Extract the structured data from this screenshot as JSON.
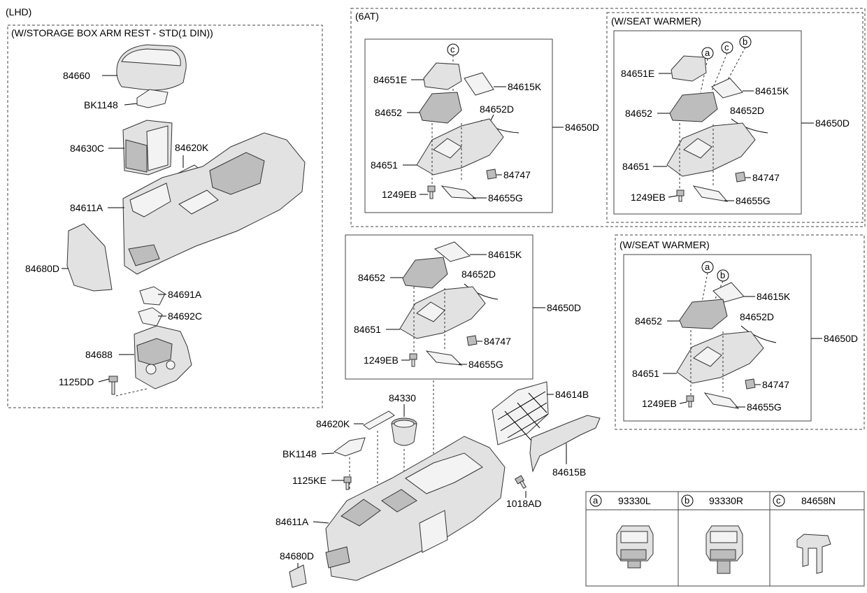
{
  "header": {
    "lhd": "(LHD)"
  },
  "groups": {
    "storage_box": "(W/STORAGE BOX ARM REST - STD(1 DIN))",
    "six_at": "(6AT)",
    "seat_warmer_top": "(W/SEAT WARMER)",
    "seat_warmer_mid": "(W/SEAT WARMER)"
  },
  "labels": {
    "l84660": "84660",
    "lBK1148a": "BK1148",
    "l84630C": "84630C",
    "l84620Ka": "84620K",
    "l84611Aa": "84611A",
    "l84680Da": "84680D",
    "l84691A": "84691A",
    "l84692C": "84692C",
    "l84688": "84688",
    "l1125DD": "1125DD",
    "a_84651E": "84651E",
    "a_84615K": "84615K",
    "a_84652": "84652",
    "a_84652D": "84652D",
    "a_84650D": "84650D",
    "a_84651": "84651",
    "a_84747": "84747",
    "a_1249EB": "1249EB",
    "a_84655G": "84655G",
    "b_84651E": "84651E",
    "b_84615K": "84615K",
    "b_84652": "84652",
    "b_84652D": "84652D",
    "b_84650D": "84650D",
    "b_84651": "84651",
    "b_84747": "84747",
    "b_1249EB": "1249EB",
    "b_84655G": "84655G",
    "c_84615K": "84615K",
    "c_84652": "84652",
    "c_84652D": "84652D",
    "c_84650D": "84650D",
    "c_84651": "84651",
    "c_84747": "84747",
    "c_1249EB": "1249EB",
    "c_84655G": "84655G",
    "d_84615K": "84615K",
    "d_84652": "84652",
    "d_84652D": "84652D",
    "d_84650D": "84650D",
    "d_84651": "84651",
    "d_84747": "84747",
    "d_1249EB": "1249EB",
    "d_84655G": "84655G",
    "e_84330": "84330",
    "e_84620K": "84620K",
    "e_BK1148": "BK1148",
    "e_1125KE": "1125KE",
    "e_84611A": "84611A",
    "e_84680D": "84680D",
    "e_84614B": "84614B",
    "e_84615B": "84615B",
    "e_1018AD": "1018AD"
  },
  "callouts": {
    "a": "a",
    "b": "b",
    "c": "c"
  },
  "legend": [
    {
      "letter": "a",
      "part": "93330L"
    },
    {
      "letter": "b",
      "part": "93330R"
    },
    {
      "letter": "c",
      "part": "84658N"
    }
  ]
}
